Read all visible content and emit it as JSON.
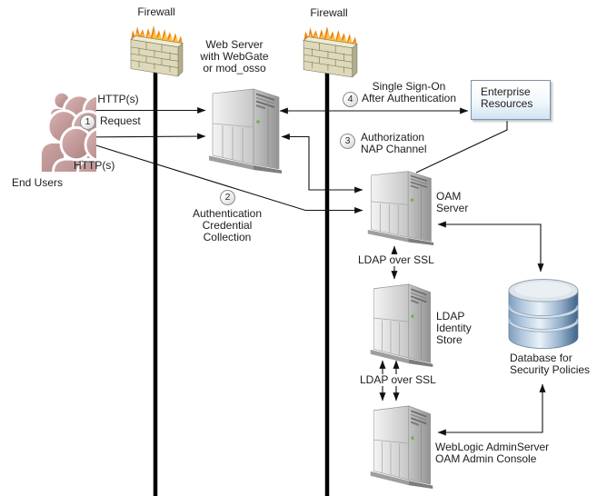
{
  "colors": {
    "line": "#111111",
    "flame_orange": "#ef8414",
    "flame_yellow": "#ffc843",
    "wall_beige": "#ded9ba",
    "server_gray": "#cfcfcf",
    "people_mauve": "#b78c8c",
    "database_blue": "#6f94bb",
    "resource_box_fill": "#d9e9f5",
    "resource_box_border": "#7e94a8"
  },
  "nodes": {
    "end_users": {
      "label": "End Users"
    },
    "firewall_left": {
      "label": "Firewall"
    },
    "firewall_right": {
      "label": "Firewall"
    },
    "web_server": {
      "label_lines": [
        "Web Server",
        "with WebGate",
        "or mod_osso"
      ]
    },
    "enterprise_resources": {
      "label_lines": [
        "Enterprise",
        "Resources"
      ]
    },
    "oam_server": {
      "label_lines": [
        "OAM",
        "Server"
      ]
    },
    "ldap_identity_store": {
      "label_lines": [
        "LDAP",
        "Identity",
        "Store"
      ]
    },
    "database": {
      "label_lines": [
        "Database for",
        "Security Policies"
      ]
    },
    "weblogic_admin_server": {
      "label_lines": [
        "WebLogic AdminServer",
        "OAM Admin Console"
      ]
    }
  },
  "edges": {
    "http_upper": {
      "label": "HTTP(s)"
    },
    "request": {
      "step": "1",
      "label": "Request"
    },
    "http_lower": {
      "label": "HTTP(s)"
    },
    "authentication": {
      "step": "2",
      "label_lines": [
        "Authentication",
        "Credential",
        "Collection"
      ]
    },
    "authorization": {
      "step": "3",
      "label_lines": [
        "Authorization",
        "NAP Channel"
      ]
    },
    "single_sign_on": {
      "step": "4",
      "label_lines": [
        "Single Sign-On",
        "After Authentication"
      ]
    },
    "ldap_ssl_upper": {
      "label": "LDAP over SSL"
    },
    "ldap_ssl_lower": {
      "label": "LDAP over SSL"
    }
  }
}
